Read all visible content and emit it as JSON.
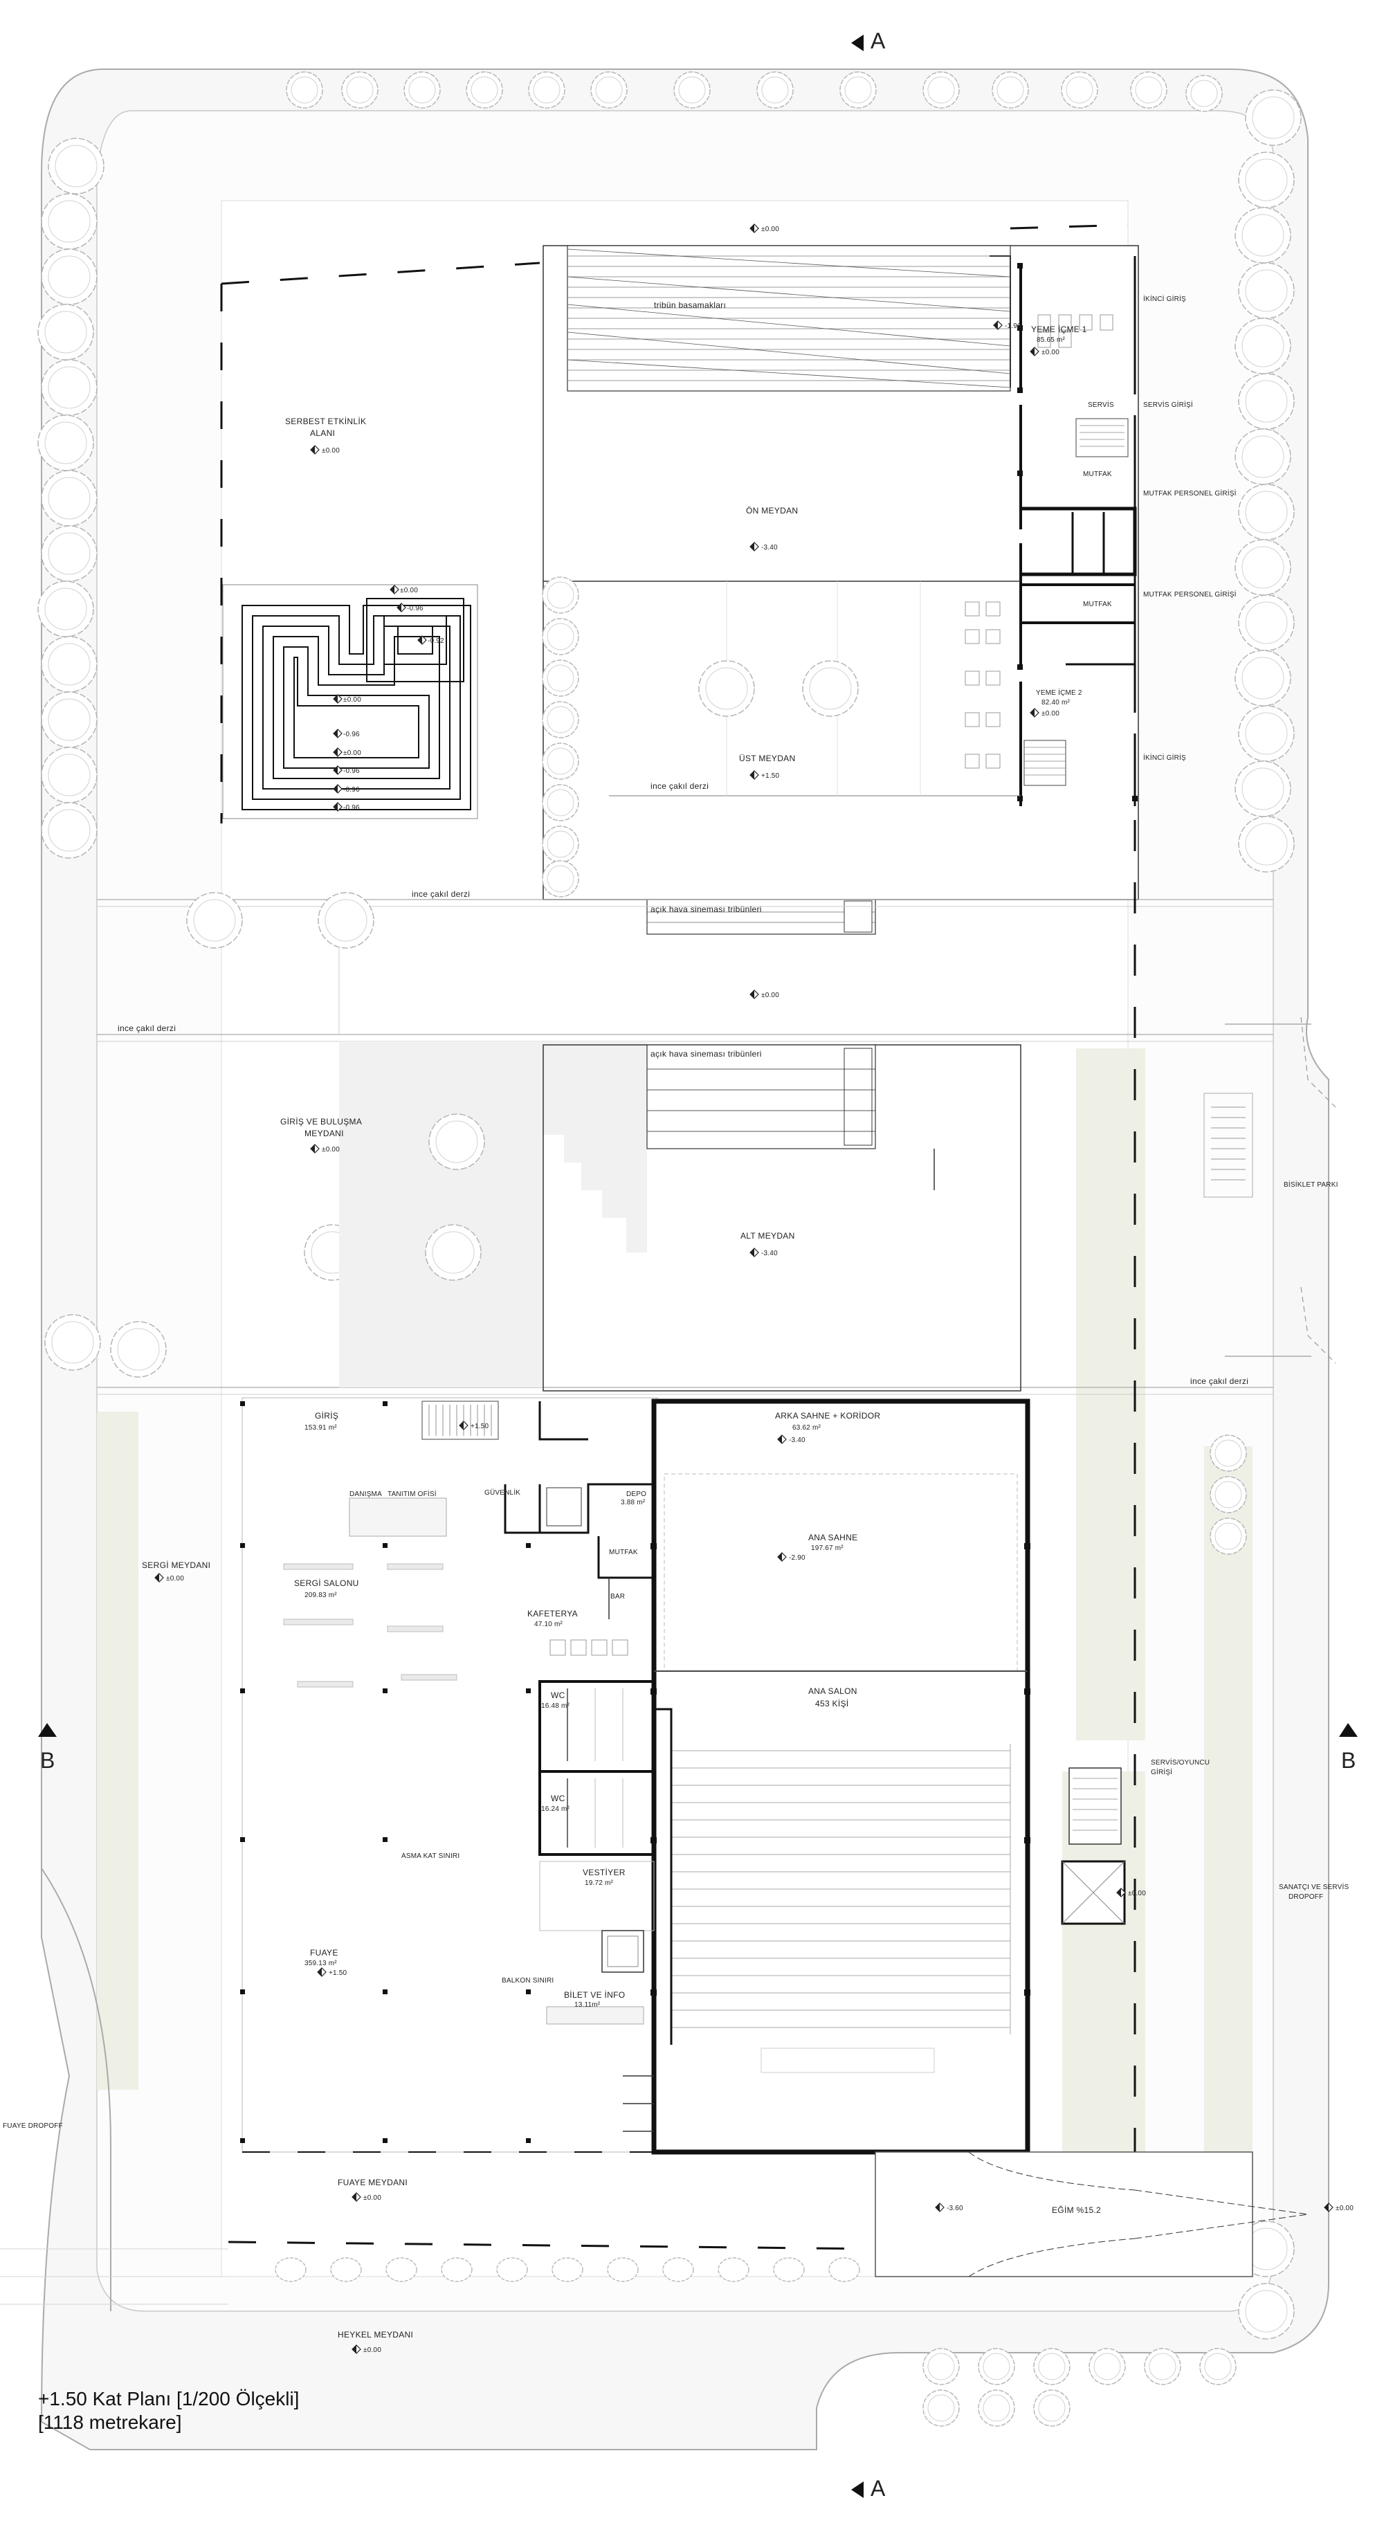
{
  "plan": {
    "title": "+1.50 Kat Planı [1/200 Ölçekli]",
    "area": "[1118 metrekare]",
    "sections": {
      "a_top": "A",
      "a_bottom": "A",
      "b_left": "B",
      "b_right": "B"
    },
    "labels": {
      "serbest_1": "SERBEST ETKİNLİK",
      "serbest_2": "ALANI",
      "lev_serbest": "±0.00",
      "lev_top": "±0.00",
      "tribun": "tribün basamakları",
      "lev_tribun": "-1.90",
      "yeme1": "YEME İÇME 1",
      "yeme1_area": "85.65 m²",
      "lev_yeme1": "±0.00",
      "kinci_giris_1": "İKİNCİ GİRİŞ",
      "servis": "SERVİS",
      "servis_girisi": "SERVİS GİRİŞİ",
      "mutfak1": "MUTFAK",
      "mutfak_personel_1": "MUTFAK PERSONEL GİRİŞİ",
      "mutfak2": "MUTFAK",
      "mutfak_personel_2": "MUTFAK PERSONEL GİRİŞİ",
      "on_meydan": "ÖN MEYDAN",
      "lev_on_meydan": "-3.40",
      "yeme2": "YEME İÇME 2",
      "yeme2_area": "82.40 m²",
      "lev_yeme2": "±0.00",
      "kinci_giris_2": "İKİNCİ GİRİŞ",
      "ust_meydan": "ÜST MEYDAN",
      "lev_ust_meydan": "+1.50",
      "ince_cakil_1": "ince çakıl derzi",
      "ince_cakil_2": "ince çakıl derzi",
      "ince_cakil_3": "ince çakıl derzi",
      "ince_cakil_4": "ince çakıl derzi",
      "acik_hava_1": "açık hava sineması tribünleri",
      "acik_hava_2": "açık hava sineması tribünleri",
      "lev_center": "±0.00",
      "maze_levels": [
        "±0.00",
        "-0.96",
        "-0.92",
        "±0.00",
        "-0.96",
        "±0.00",
        "-0.96",
        "-0.96",
        "-0.96"
      ],
      "giris_bulusma_1": "GİRİŞ VE BULUŞMA",
      "giris_bulusma_2": "MEYDANI",
      "lev_giris_bulusma": "±0.00",
      "alt_meydan": "ALT MEYDAN",
      "lev_alt_meydan": "-3.40",
      "bisiklet": "BİSİKLET PARKI",
      "giris": "GİRİŞ",
      "giris_area": "153.91 m²",
      "lev_stair": "+1.50",
      "danisma": "DANIŞMA",
      "tanitim": "TANITIM OFİSİ",
      "guvenlik": "GÜVENLİK",
      "depo": "DEPO",
      "depo_area": "3.88 m²",
      "arka_sahne": "ARKA SAHNE + KORİDOR",
      "arka_sahne_area": "63.62 m²",
      "lev_arka_sahne": "-3.40",
      "sergi_meydani": "SERGİ MEYDANI",
      "lev_sergi_meydani": "±0.00",
      "sergi_salonu": "SERGİ SALONU",
      "sergi_salonu_area": "209.83 m²",
      "mutfak3": "MUTFAK",
      "bar": "BAR",
      "kafeterya": "KAFETERYA",
      "kafeterya_area": "47.10 m²",
      "ana_sahne": "ANA SAHNE",
      "ana_sahne_area": "197.67 m²",
      "lev_ana_sahne": "-2.90",
      "ana_salon": "ANA SALON",
      "ana_salon_kisi": "453 KİŞİ",
      "wc1": "WC",
      "wc1_area": "16.48 m²",
      "wc2": "WC",
      "wc2_area": "16.24 m²",
      "servis_oyuncu_1": "SERVİS/OYUNCU",
      "servis_oyuncu_2": "GİRİŞİ",
      "lev_servis": "±0.00",
      "sanatci_1": "SANATÇI VE SERVİS",
      "sanatci_2": "DROPOFF",
      "asma_kat": "ASMA KAT SINIRI",
      "vestiyer": "VESTİYER",
      "vestiyer_area": "19.72 m²",
      "fuaye": "FUAYE",
      "fuaye_area": "359.13 m²",
      "lev_fuaye": "+1.50",
      "balkon": "BALKON SINIRI",
      "bilet": "BİLET VE İNFO",
      "bilet_area": "13.11m²",
      "fuaye_dropoff": "FUAYE DROPOFF",
      "fuaye_meydani": "FUAYE MEYDANI",
      "lev_fuaye_meydani": "±0.00",
      "lev_ramp": "-3.60",
      "egim": "EĞİM %15.2",
      "lev_ramp_end": "±0.00",
      "heykel": "HEYKEL MEYDANI",
      "lev_heykel": "±0.00"
    }
  },
  "colors": {
    "line": "#222222",
    "light": "#9a9a9a",
    "tree": "#bdbdbd",
    "paving": "#f0f0f0",
    "green": "#e9ecdf"
  }
}
